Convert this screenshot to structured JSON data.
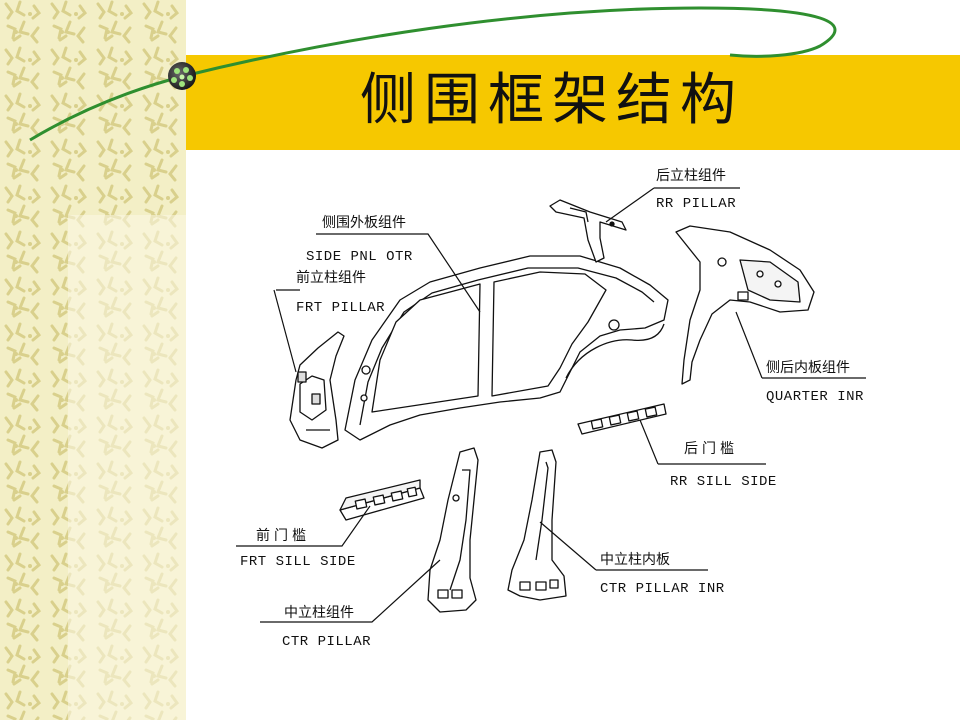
{
  "title": "侧围框架结构",
  "labels": {
    "rr_pillar_cn": "后立柱组件",
    "rr_pillar_en": "RR PILLAR",
    "side_pnl_cn": "侧围外板组件",
    "side_pnl_en": "SIDE PNL OTR",
    "frt_pillar_cn": "前立柱组件",
    "frt_pillar_en": "FRT PILLAR",
    "quarter_cn": "侧后内板组件",
    "quarter_en": "QUARTER  INR",
    "rr_sill_cn": "后门槛",
    "rr_sill_en": "RR SILL SIDE",
    "frt_sill_cn": "前门槛",
    "frt_sill_en": "FRT SILL SIDE",
    "ctr_pillar_inr_cn": "中立柱内板",
    "ctr_pillar_inr_en": "CTR PILLAR INR",
    "ctr_pillar_cn": "中立柱组件",
    "ctr_pillar_en": "CTR PILLAR"
  },
  "colors": {
    "banner": "#f6c800",
    "swoosh": "#2e8b2e",
    "pattern_bg": "#f3efc8",
    "pattern_mark": "#d8cf8a"
  }
}
